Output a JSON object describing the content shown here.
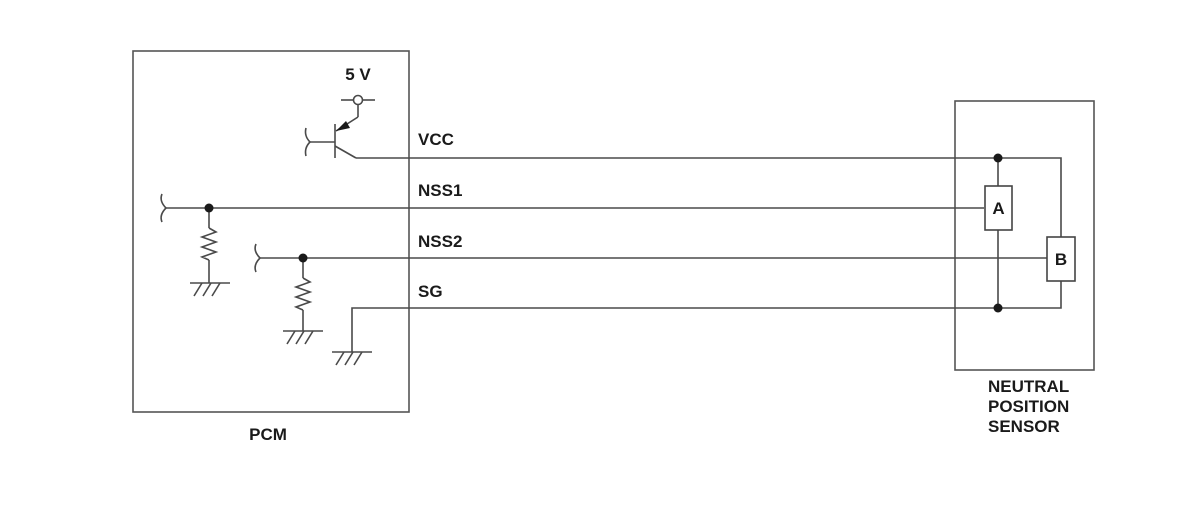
{
  "supply_label": "5 V",
  "signals": {
    "vcc": "VCC",
    "nss1": "NSS1",
    "nss2": "NSS2",
    "sg": "SG"
  },
  "pcm_label": "PCM",
  "sensor": {
    "element_a": "A",
    "element_b": "B",
    "label_lines": [
      "NEUTRAL",
      "POSITION",
      "SENSOR"
    ]
  }
}
